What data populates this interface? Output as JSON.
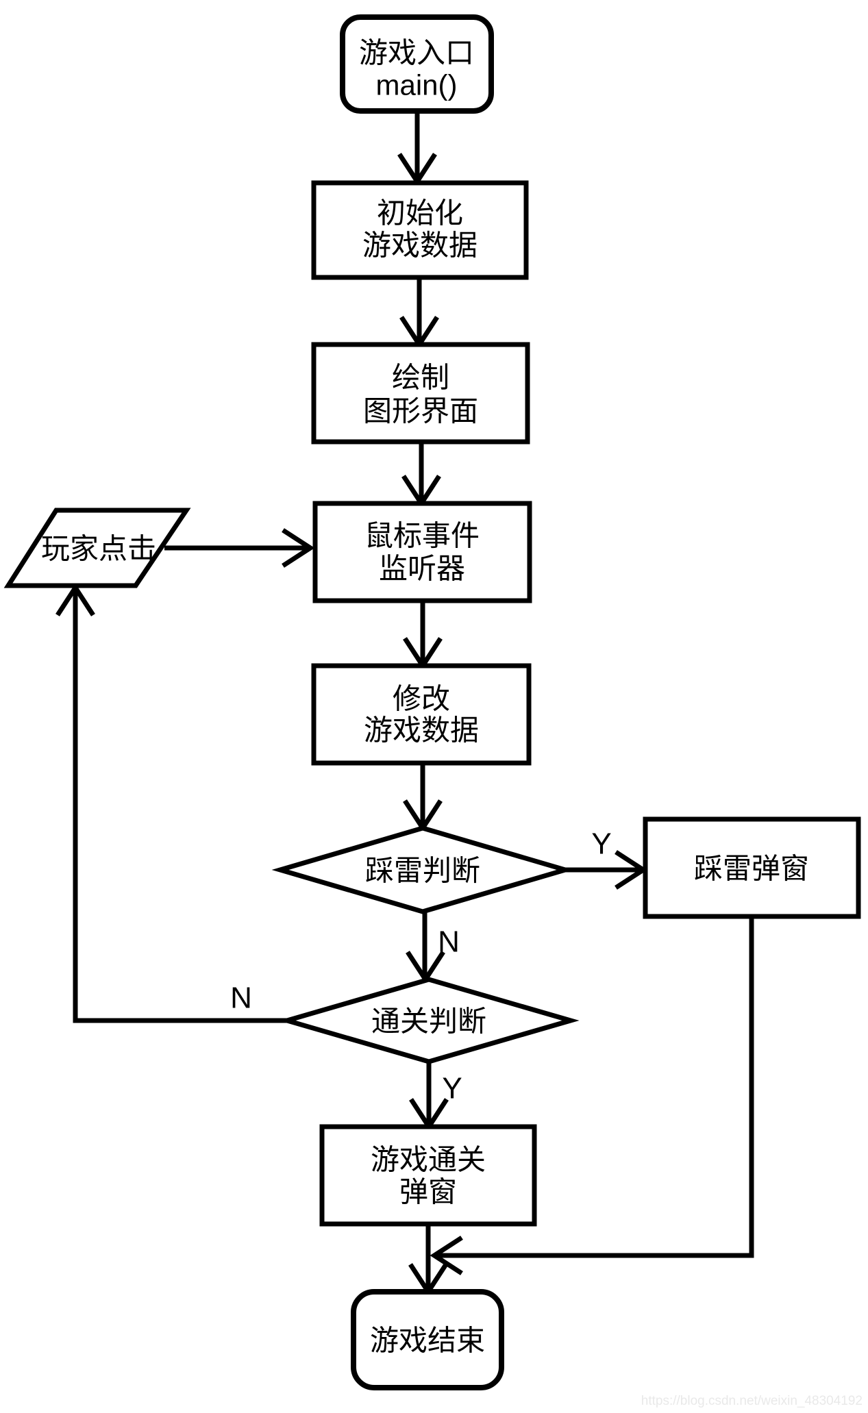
{
  "nodes": {
    "start": {
      "line1": "游戏入口",
      "line2": "main()"
    },
    "init": {
      "line1": "初始化",
      "line2": "游戏数据"
    },
    "draw": {
      "line1": "绘制",
      "line2": "图形界面"
    },
    "player_click": {
      "label": "玩家点击"
    },
    "listener": {
      "line1": "鼠标事件",
      "line2": "监听器"
    },
    "modify": {
      "line1": "修改",
      "line2": "游戏数据"
    },
    "mine_check": {
      "label": "踩雷判断"
    },
    "mine_popup": {
      "label": "踩雷弹窗"
    },
    "clear_check": {
      "label": "通关判断"
    },
    "win_popup": {
      "line1": "游戏通关",
      "line2": "弹窗"
    },
    "end": {
      "label": "游戏结束"
    }
  },
  "edge_labels": {
    "mine_yes": "Y",
    "mine_no": "N",
    "clear_no": "N",
    "clear_yes": "Y"
  },
  "watermark": {
    "text": "https://blog.csdn.net/weixin_48304192"
  },
  "colors": {
    "stroke": "#000000",
    "background": "#ffffff",
    "watermark": "#e9e9e9"
  }
}
